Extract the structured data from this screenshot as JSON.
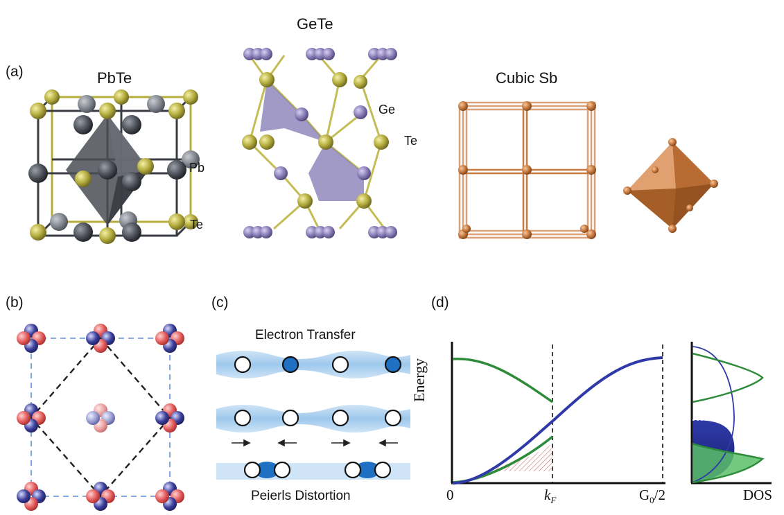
{
  "panel_a": {
    "label": "(a)",
    "pbte": {
      "title": "PbTe",
      "atom1": "Pb",
      "atom2": "Te"
    },
    "gete": {
      "title": "GeTe",
      "atom1": "Ge",
      "atom2": "Te"
    },
    "sb": {
      "title": "Cubic Sb"
    }
  },
  "panel_b": {
    "label": "(b)"
  },
  "panel_c": {
    "label": "(c)",
    "top_text": "Electron Transfer",
    "bottom_text": "Peierls Distortion"
  },
  "panel_d": {
    "label": "(d)",
    "y_axis_label": "Energy",
    "x_tick_0": "0",
    "x_tick_kf": "k",
    "x_tick_kf_sub": "F",
    "x_tick_g0": "G",
    "x_tick_g0_sub": "0",
    "x_tick_g0_tail": "/2",
    "dos_label": "DOS"
  },
  "colors": {
    "pb": "#4a4d55",
    "te": "#a9a23a",
    "ge": "#8a7fb8",
    "sb": "#c7793f",
    "orbital_red": "#e35a5a",
    "orbital_blue": "#3b3f9a",
    "band_blue": "#2f3aa8",
    "band_green": "#2e8b3a",
    "chain_blue": "#9ec8ec",
    "electron_blue": "#1f6fc2"
  }
}
